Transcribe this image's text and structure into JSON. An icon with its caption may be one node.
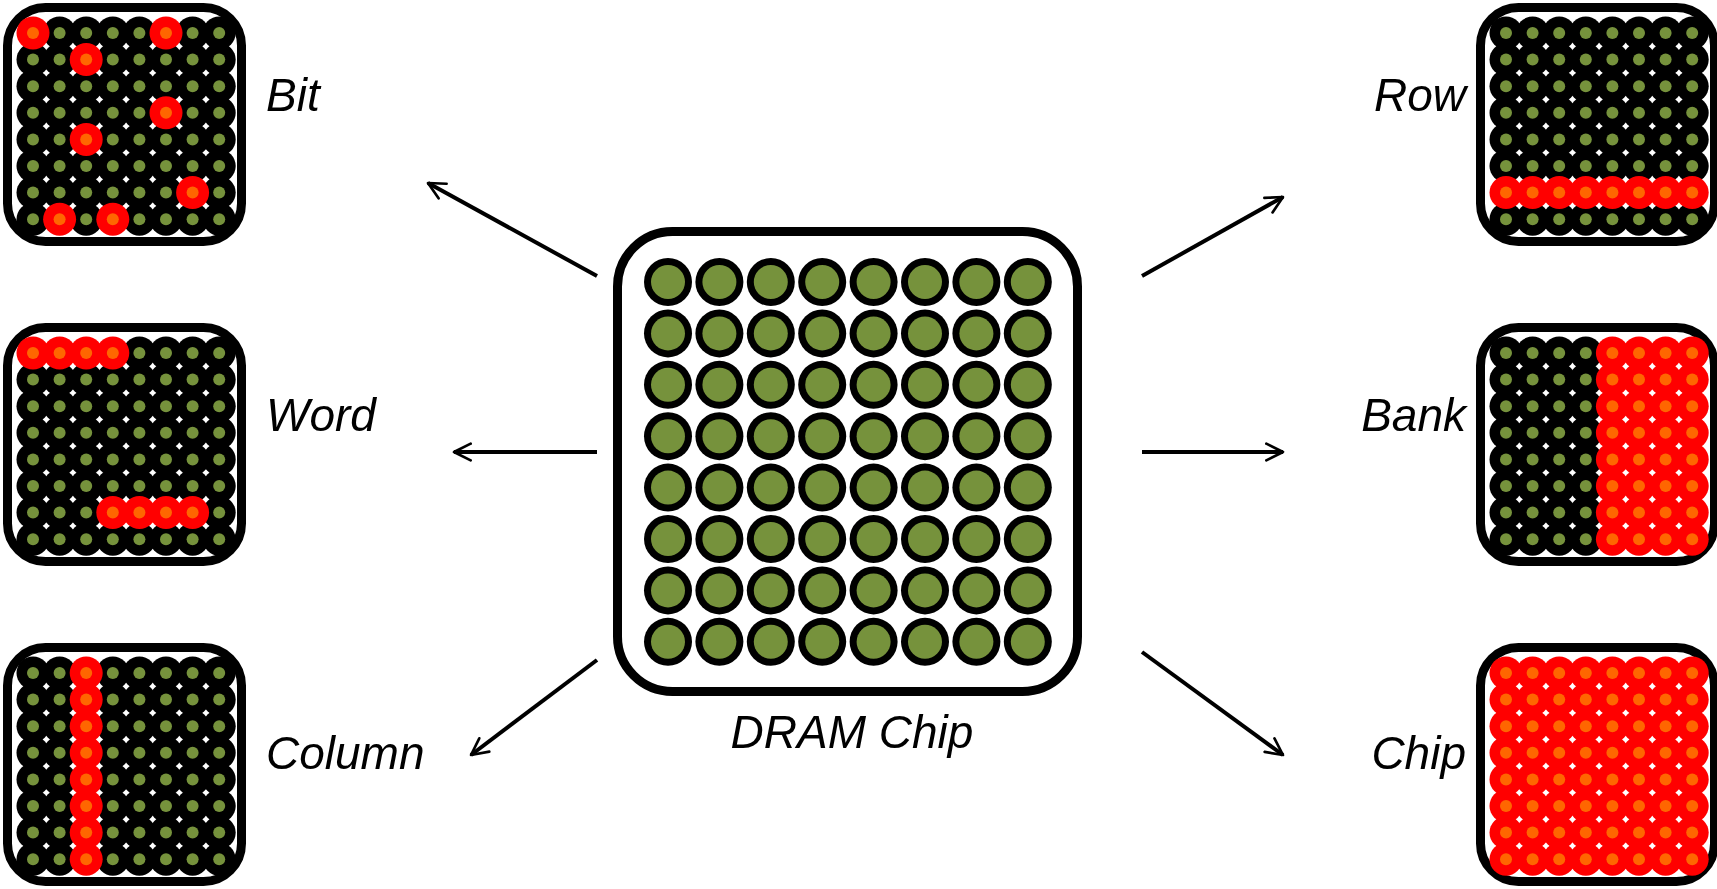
{
  "diagram": {
    "nodes": [
      {
        "text": [
          "DRAM Chip"
        ]
      },
      {
        "text": [
          "Bit"
        ]
      },
      {
        "text": [
          "Word"
        ]
      },
      {
        "text": [
          "Column"
        ]
      },
      {
        "text": [
          "Row"
        ]
      },
      {
        "text": [
          "Bank"
        ]
      },
      {
        "text": [
          "Chip"
        ]
      }
    ],
    "edges": [
      {
        "from": 0,
        "to": 1,
        "arrow": "to"
      },
      {
        "from": 0,
        "to": 2,
        "arrow": "to"
      },
      {
        "from": 0,
        "to": 3,
        "arrow": "to"
      },
      {
        "from": 0,
        "to": 4,
        "arrow": "to"
      },
      {
        "from": 0,
        "to": 5,
        "arrow": "to"
      },
      {
        "from": 0,
        "to": 6,
        "arrow": "to"
      }
    ]
  }
}
